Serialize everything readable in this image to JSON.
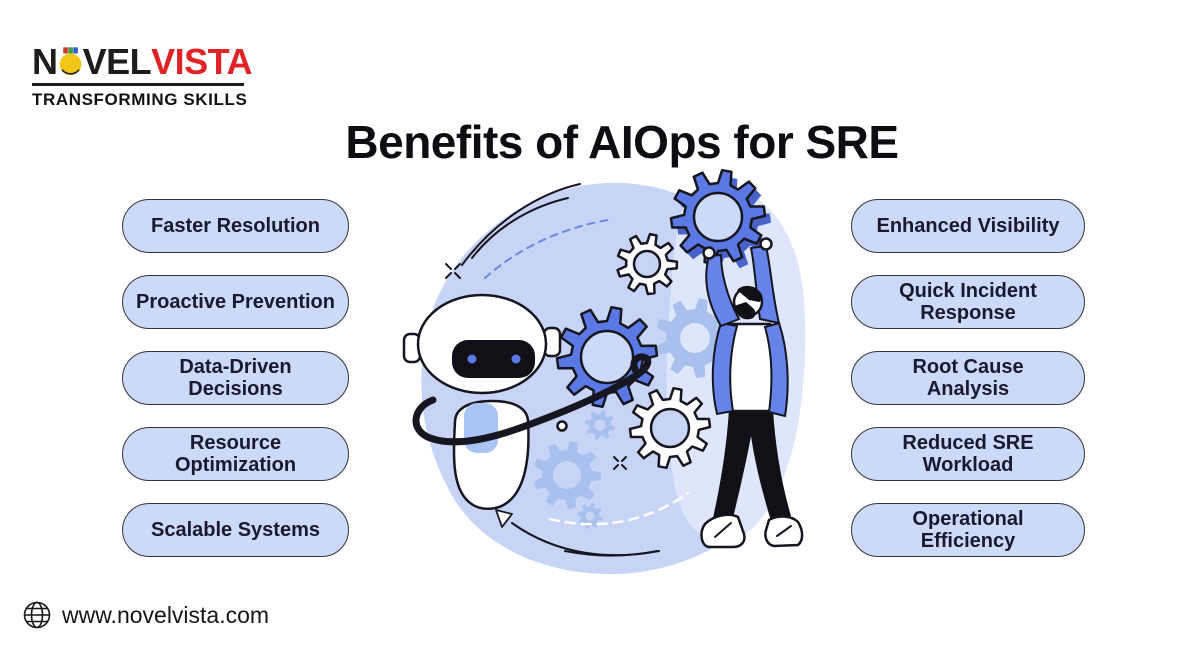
{
  "logo": {
    "novel_n": "N",
    "novel_vel": "VEL",
    "vista": "VISTA",
    "tagline": "TRANSFORMING SKILLS"
  },
  "title": "Benefits of AIOps for SRE",
  "left_benefits": [
    {
      "label": "Faster Resolution",
      "lines": [
        "Faster Resolution"
      ]
    },
    {
      "label": "Proactive Prevention",
      "lines": [
        "Proactive Prevention"
      ]
    },
    {
      "label": "Data-Driven Decisions",
      "lines": [
        "Data-Driven",
        "Decisions"
      ]
    },
    {
      "label": "Resource Optimization",
      "lines": [
        "Resource",
        "Optimization"
      ]
    },
    {
      "label": "Scalable Systems",
      "lines": [
        "Scalable Systems"
      ]
    }
  ],
  "right_benefits": [
    {
      "label": "Enhanced Visibility",
      "lines": [
        "Enhanced Visibility"
      ]
    },
    {
      "label": "Quick Incident Response",
      "lines": [
        "Quick Incident",
        "Response"
      ]
    },
    {
      "label": "Root Cause Analysis",
      "lines": [
        "Root Cause",
        "Analysis"
      ]
    },
    {
      "label": "Reduced SRE Workload",
      "lines": [
        "Reduced SRE",
        "Workload"
      ]
    },
    {
      "label": "Operational Efficiency",
      "lines": [
        "Operational",
        "Efficiency"
      ]
    }
  ],
  "footer": {
    "website": "www.novelvista.com"
  },
  "colors": {
    "accent_blue": "#5b79e4",
    "gear_shadow": "#4a63cb",
    "light_gear": "#a9bfee",
    "blob": "#c7d4f6",
    "blob_light": "#dde6fb",
    "pill_fill": "#ccd9f8",
    "pill_border": "#34343c",
    "text_dark": "#181a2f",
    "outline": "#15161f",
    "jacket": "#6583e9",
    "stripe": "#a9c4f4",
    "vista_red": "#e02425",
    "medal_yellow": "#f2c618",
    "dash_blue": "#6f86dd"
  }
}
